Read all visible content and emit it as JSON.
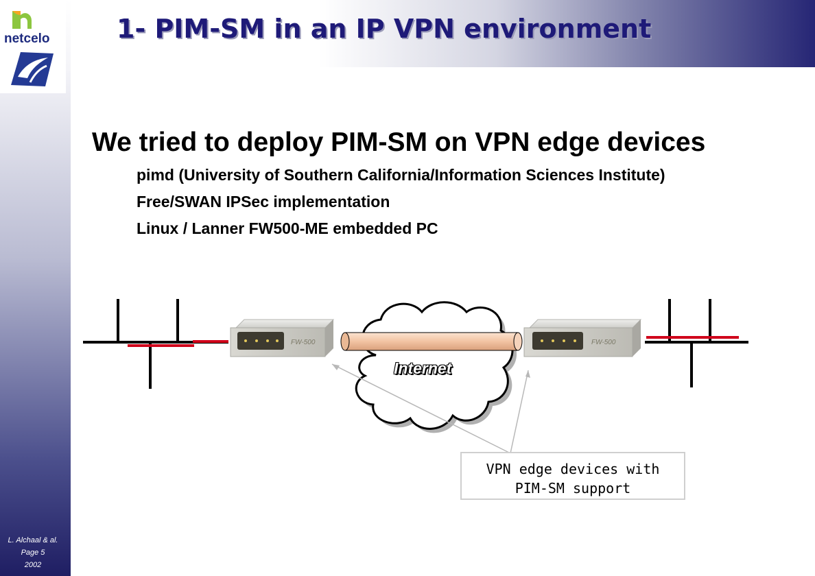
{
  "header": {
    "logo_text": "netcelo",
    "title": "1- PIM-SM in an IP VPN environment"
  },
  "body": {
    "headline": "We tried to deploy PIM-SM on VPN edge devices",
    "bullets": [
      "pimd (University of Southern California/Information Sciences Institute)",
      "Free/SWAN IPSec implementation",
      "Linux / Lanner FW500-ME embedded PC"
    ]
  },
  "diagram": {
    "cloud_label": "Internet",
    "callout_line1": "VPN edge devices with",
    "callout_line2": "PIM-SM support",
    "device_brand": "FW-500"
  },
  "footer": {
    "author": "L. Alchaal & al.",
    "page": "Page 5",
    "year": "2002"
  },
  "colors": {
    "title": "#1e1a78",
    "sidebar_dark": "#1f1e63",
    "segment_red": "#d0021b",
    "tube": "#f2c8a8"
  }
}
